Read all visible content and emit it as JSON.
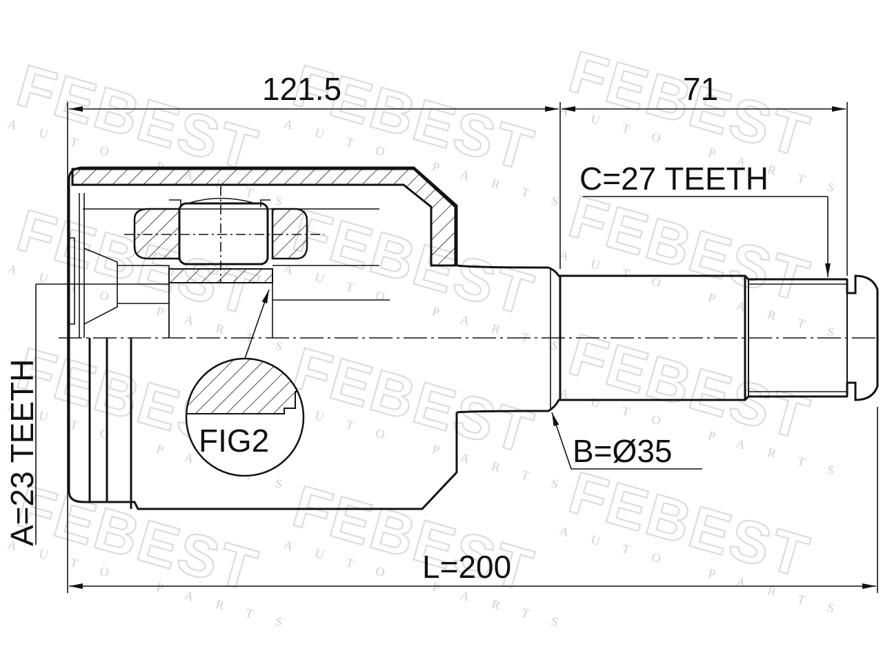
{
  "watermark": {
    "brand": "FEBEST",
    "subtitle": "AUTO PARTS"
  },
  "dimensions": {
    "joint_length": "121.5",
    "shaft_length": "71",
    "total_length": "L=200",
    "outer_spline": "C=27 TEETH",
    "inner_spline": "A=23 TEETH",
    "seal_diameter": "B=Ø35",
    "detail_callout": "FIG2"
  }
}
